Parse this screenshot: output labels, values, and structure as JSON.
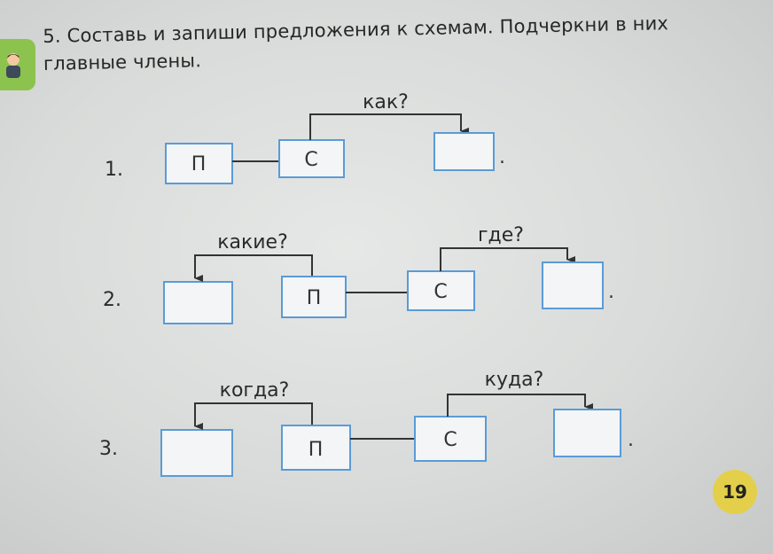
{
  "task": {
    "number": "5.",
    "text": "Составь и запиши предложения к схемам. Подчеркни в них главные члены."
  },
  "task_icon": "student-icon",
  "colors": {
    "box_border": "#5a9bd6",
    "tab": "#8cc34e",
    "page_badge": "#e3cf4a"
  },
  "schemes": [
    {
      "label": "1.",
      "boxes": [
        "П",
        "С",
        ""
      ],
      "questions": [
        "как?"
      ],
      "end": "."
    },
    {
      "label": "2.",
      "boxes": [
        "",
        "П",
        "С",
        ""
      ],
      "questions": [
        "какие?",
        "где?"
      ],
      "end": "."
    },
    {
      "label": "3.",
      "boxes": [
        "",
        "П",
        "С",
        ""
      ],
      "questions": [
        "когда?",
        "куда?"
      ],
      "end": "."
    }
  ],
  "page_number": "19"
}
